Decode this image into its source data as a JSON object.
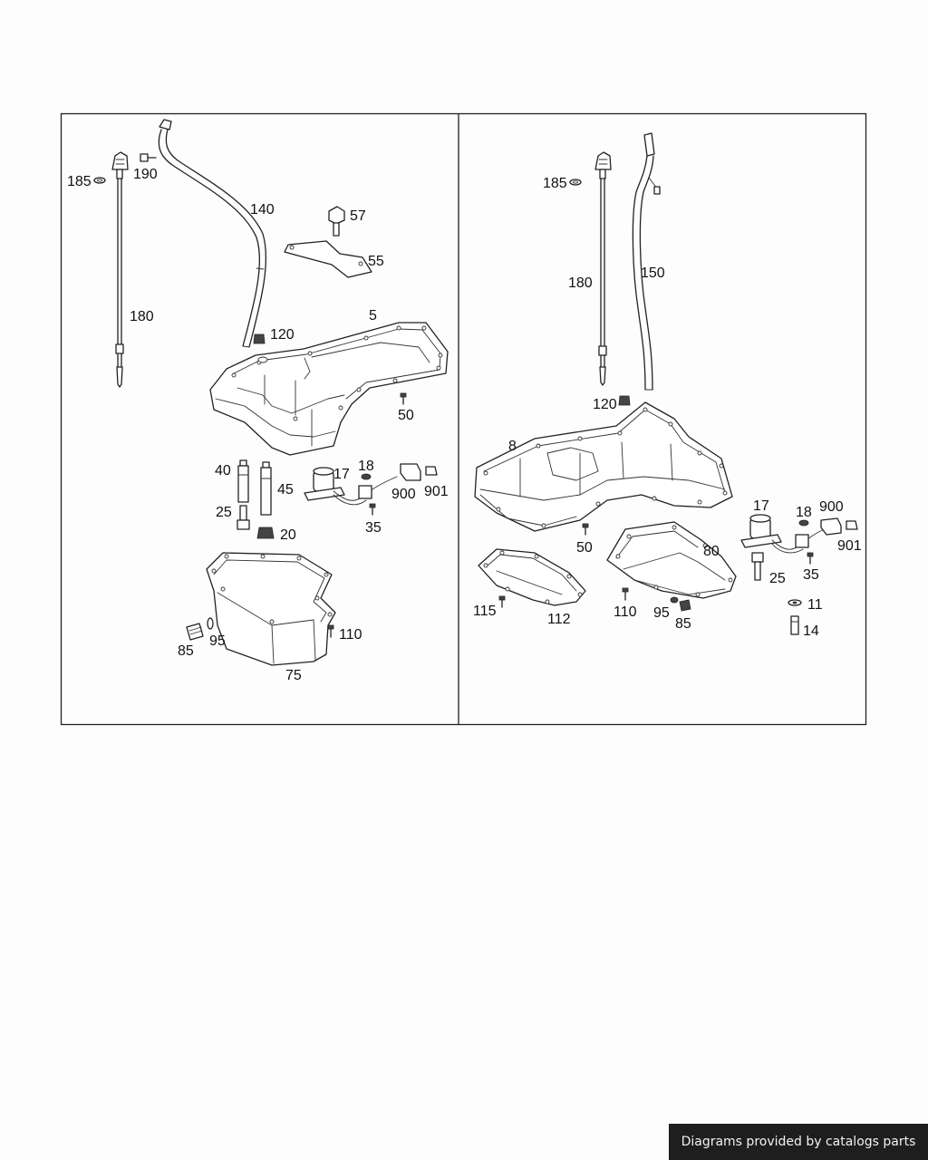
{
  "left_panel": {
    "labels": {
      "l185": "185",
      "l190": "190",
      "l140": "140",
      "l57": "57",
      "l55": "55",
      "l180": "180",
      "l120": "120",
      "l5": "5",
      "l50": "50",
      "l40": "40",
      "l45": "45",
      "l17": "17",
      "l18": "18",
      "l900": "900",
      "l901": "901",
      "l25": "25",
      "l20": "20",
      "l35": "35",
      "l85": "85",
      "l95": "95",
      "l110": "110",
      "l75": "75"
    }
  },
  "right_panel": {
    "labels": {
      "l185": "185",
      "l180": "180",
      "l150": "150",
      "l120": "120",
      "l8": "8",
      "l50": "50",
      "l17": "17",
      "l18": "18",
      "l900": "900",
      "l901": "901",
      "l80": "80",
      "l25": "25",
      "l35": "35",
      "l115": "115",
      "l112": "112",
      "l110": "110",
      "l95": "95",
      "l85": "85",
      "l11": "11",
      "l14": "14"
    }
  },
  "footer": {
    "text": "Diagrams provided by catalogs parts"
  }
}
